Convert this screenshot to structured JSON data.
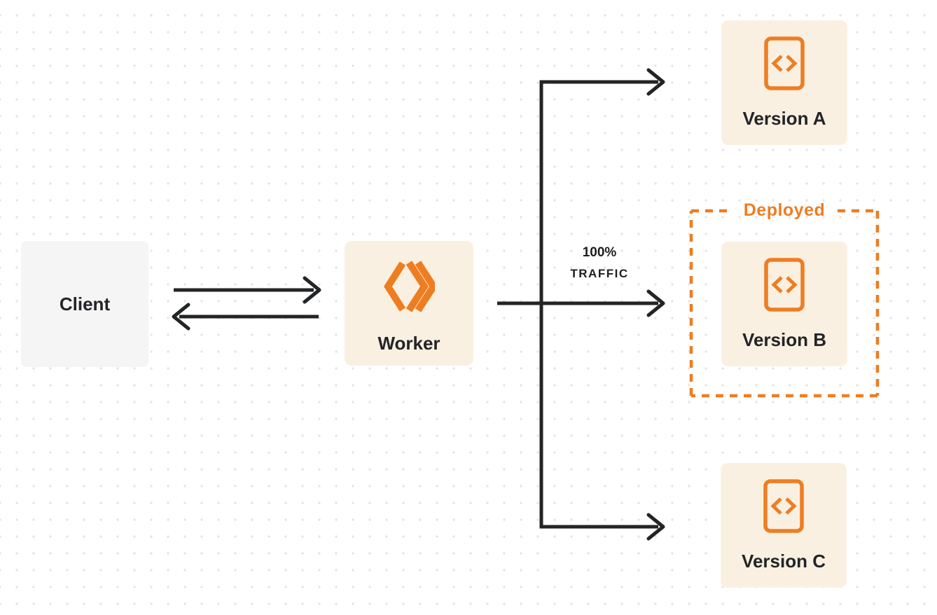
{
  "diagram": {
    "type": "worker-versions-routing-diagram",
    "background_style": "white with light gray dot grid"
  },
  "nodes": {
    "client": {
      "label": "Client"
    },
    "worker": {
      "label": "Worker"
    },
    "version_a": {
      "label": "Version A"
    },
    "version_b": {
      "label": "Version B"
    },
    "version_c": {
      "label": "Version C"
    }
  },
  "annotations": {
    "deployed": "Deployed",
    "traffic_line1": "100%",
    "traffic_line2": "TRAFFIC"
  },
  "edges": [
    {
      "from": "client",
      "to": "worker",
      "style": "arrow-right"
    },
    {
      "from": "worker",
      "to": "client",
      "style": "arrow-left"
    },
    {
      "from": "worker",
      "to": "version_a",
      "style": "elbow-arrow"
    },
    {
      "from": "worker",
      "to": "version_b",
      "style": "straight-arrow",
      "label": "100% TRAFFIC"
    },
    {
      "from": "worker",
      "to": "version_c",
      "style": "elbow-arrow"
    }
  ],
  "icons": {
    "worker_icon": "workers-triple-chevron-icon",
    "version_icon": "code-file-icon"
  },
  "colors": {
    "accent_orange": "#ee7d22",
    "node_cream_bg": "#faf0e1",
    "client_gray_bg": "#f5f5f6",
    "line_dark": "#232426",
    "text_dark": "#222427",
    "dot_grid": "#e3e3e4",
    "background": "#ffffff"
  }
}
